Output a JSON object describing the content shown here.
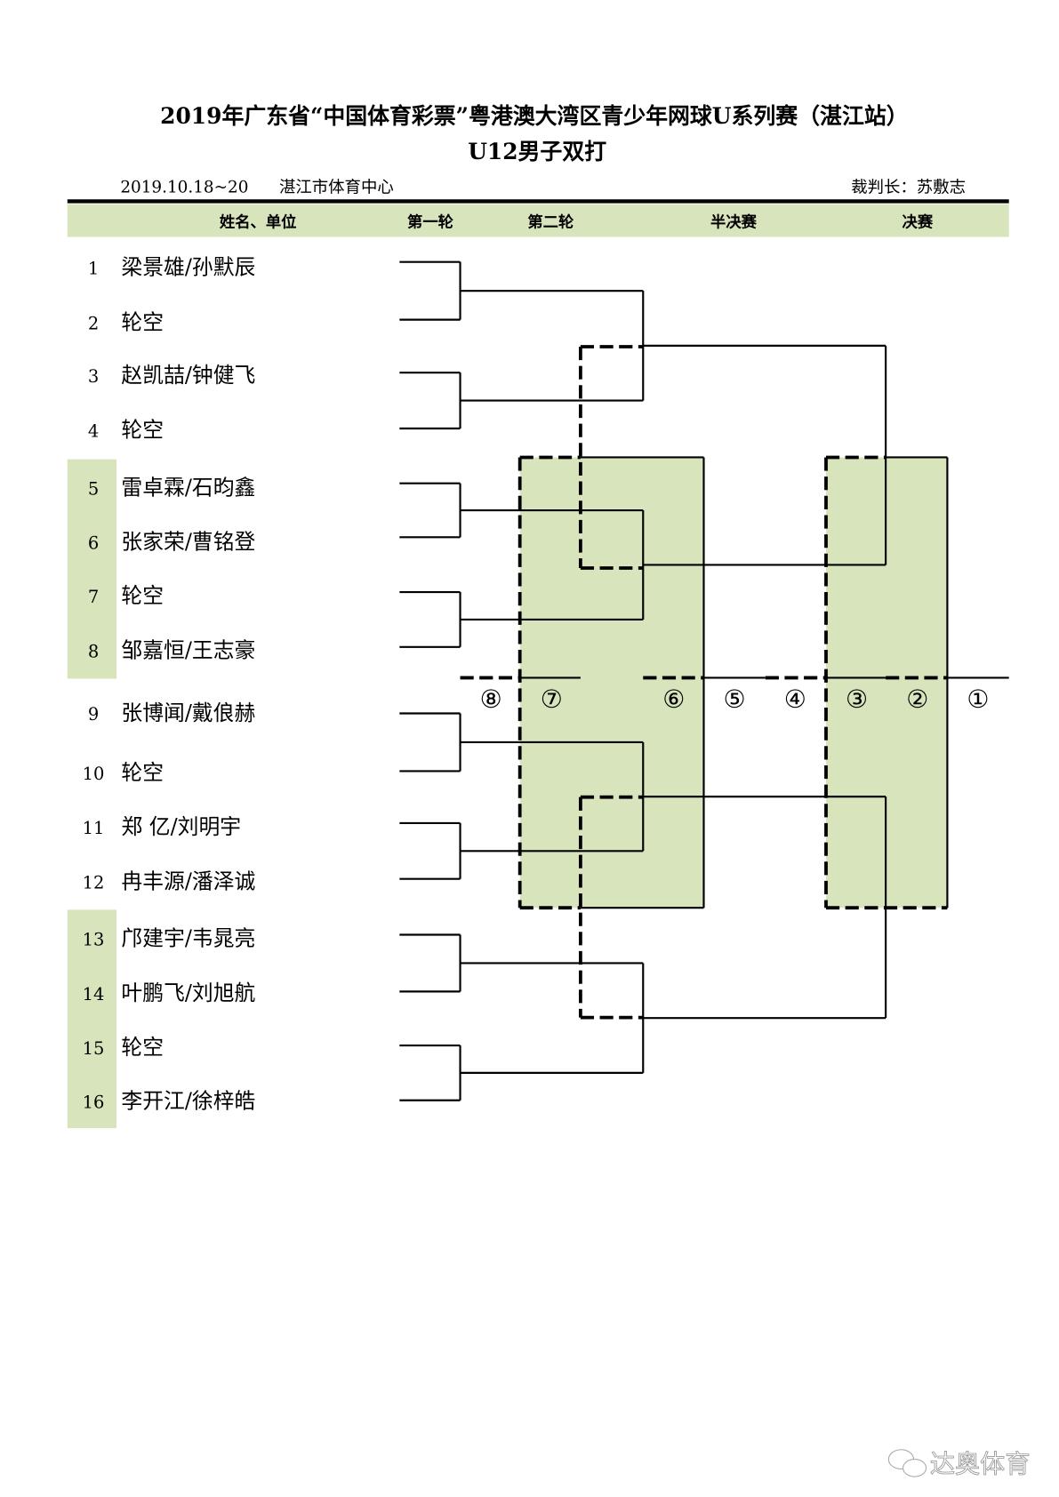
{
  "title": {
    "line1": "2019年广东省“中国体育彩票”粤港澳大湾区青少年网球U系列赛（湛江站）",
    "line2": "U12男子双打"
  },
  "info": {
    "date": "2019.10.18~20",
    "venue": "湛江市体育中心",
    "referee": "裁判长：苏敷志"
  },
  "header": {
    "name": "姓名、单位",
    "round1": "第一轮",
    "round2": "第二轮",
    "semifinal": "半决赛",
    "final": "决赛"
  },
  "players": [
    {
      "seed": "1",
      "name": "梁景雄/孙默辰"
    },
    {
      "seed": "2",
      "name": "轮空"
    },
    {
      "seed": "3",
      "name": "赵凯喆/钟健飞"
    },
    {
      "seed": "4",
      "name": "轮空"
    },
    {
      "seed": "5",
      "name": "雷卓霖/石昀鑫"
    },
    {
      "seed": "6",
      "name": "张家荣/曹铭登"
    },
    {
      "seed": "7",
      "name": "轮空"
    },
    {
      "seed": "8",
      "name": "邹嘉恒/王志豪"
    },
    {
      "seed": "9",
      "name": "张博闻/戴俍赫"
    },
    {
      "seed": "10",
      "name": "轮空"
    },
    {
      "seed": "11",
      "name": "郑  亿/刘明宇"
    },
    {
      "seed": "12",
      "name": "冉丰源/潘泽诚"
    },
    {
      "seed": "13",
      "name": "邝建宇/韦晁亮"
    },
    {
      "seed": "14",
      "name": "叶鹏飞/刘旭航"
    },
    {
      "seed": "15",
      "name": "轮空"
    },
    {
      "seed": "16",
      "name": "李开江/徐梓皓"
    }
  ],
  "places": [
    "⑧",
    "⑦",
    "⑥",
    "⑤",
    "④",
    "③",
    "②",
    "①"
  ],
  "watermark": "达奥体育",
  "colors": {
    "band": "#d8e4bc",
    "line": "#000000"
  }
}
